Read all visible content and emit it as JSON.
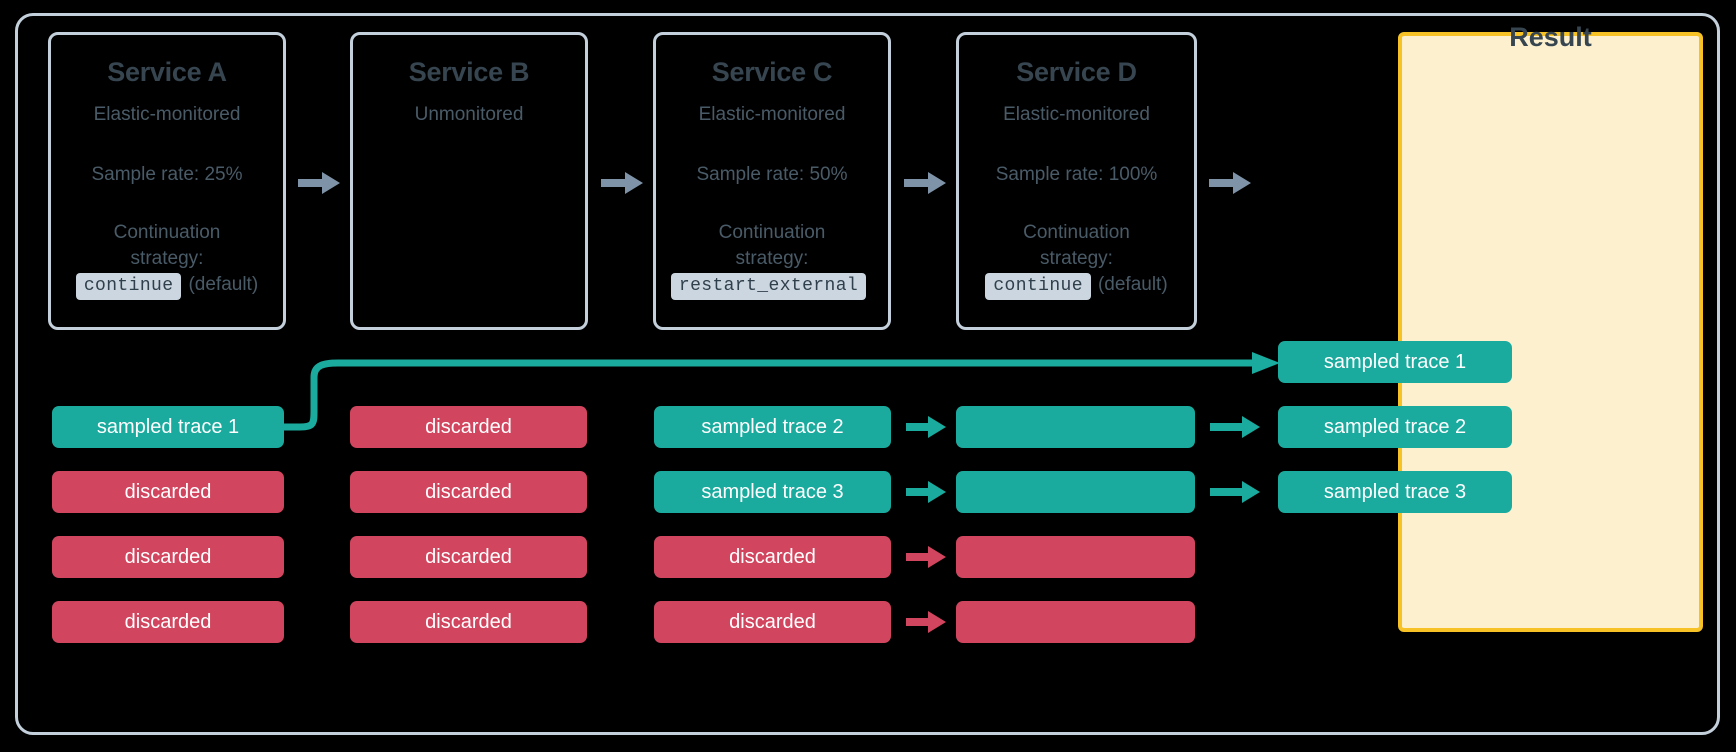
{
  "diagram": {
    "title": "Distributed tracing sampling across services",
    "colors": {
      "teal": "#1aab9e",
      "red": "#d1455e",
      "gray_arrow": "#7f93a8",
      "box_border": "#c3d0dc",
      "result_bg": "#fcf0cf",
      "result_border": "#f6c225",
      "text_dark": "#36454f",
      "code_badge_bg": "#cbd6e0",
      "background": "#000000"
    }
  },
  "services": [
    {
      "name": "Service A",
      "monitoring": "Elastic-monitored",
      "sample_rate": "Sample rate: 25%",
      "strategy_label": "Continuation\nstrategy:",
      "strategy_line1": "Continuation",
      "strategy_line2": "strategy:",
      "strategy_code": "continue",
      "strategy_note": "(default)"
    },
    {
      "name": "Service B",
      "monitoring": "Unmonitored",
      "sample_rate": "",
      "strategy_line1": "",
      "strategy_line2": "",
      "strategy_code": "",
      "strategy_note": ""
    },
    {
      "name": "Service C",
      "monitoring": "Elastic-monitored",
      "sample_rate": "Sample rate: 50%",
      "strategy_line1": "Continuation",
      "strategy_line2": "strategy:",
      "strategy_code": "restart_external",
      "strategy_note": ""
    },
    {
      "name": "Service D",
      "monitoring": "Elastic-monitored",
      "sample_rate": "Sample rate: 100%",
      "strategy_line1": "Continuation",
      "strategy_line2": "strategy:",
      "strategy_code": "continue",
      "strategy_note": "(default)"
    }
  ],
  "result": {
    "title": "Result"
  },
  "trace_columns": {
    "service_a": [
      {
        "label": "sampled trace 1",
        "state": "sampled"
      },
      {
        "label": "discarded",
        "state": "discarded"
      },
      {
        "label": "discarded",
        "state": "discarded"
      },
      {
        "label": "discarded",
        "state": "discarded"
      }
    ],
    "service_b": [
      {
        "label": "discarded",
        "state": "discarded"
      },
      {
        "label": "discarded",
        "state": "discarded"
      },
      {
        "label": "discarded",
        "state": "discarded"
      },
      {
        "label": "discarded",
        "state": "discarded"
      }
    ],
    "service_c": [
      {
        "label": "sampled trace 2",
        "state": "sampled"
      },
      {
        "label": "sampled trace 3",
        "state": "sampled"
      },
      {
        "label": "discarded",
        "state": "discarded"
      },
      {
        "label": "discarded",
        "state": "discarded"
      }
    ],
    "service_d": [
      {
        "label": "",
        "state": "sampled"
      },
      {
        "label": "",
        "state": "sampled"
      },
      {
        "label": "",
        "state": "discarded"
      },
      {
        "label": "",
        "state": "discarded"
      }
    ],
    "result": [
      {
        "label": "sampled trace 1",
        "state": "sampled"
      },
      {
        "label": "sampled trace 2",
        "state": "sampled"
      },
      {
        "label": "sampled trace 3",
        "state": "sampled"
      }
    ]
  },
  "connectors": {
    "service_flow_arrows": 4,
    "c_to_d_arrows": [
      "sampled",
      "sampled",
      "discarded",
      "discarded"
    ],
    "d_to_result_arrows": [
      "sampled",
      "sampled"
    ],
    "a_to_result_curve": "sampled trace 1 bypasses unmonitored Service B and reaches Result"
  }
}
